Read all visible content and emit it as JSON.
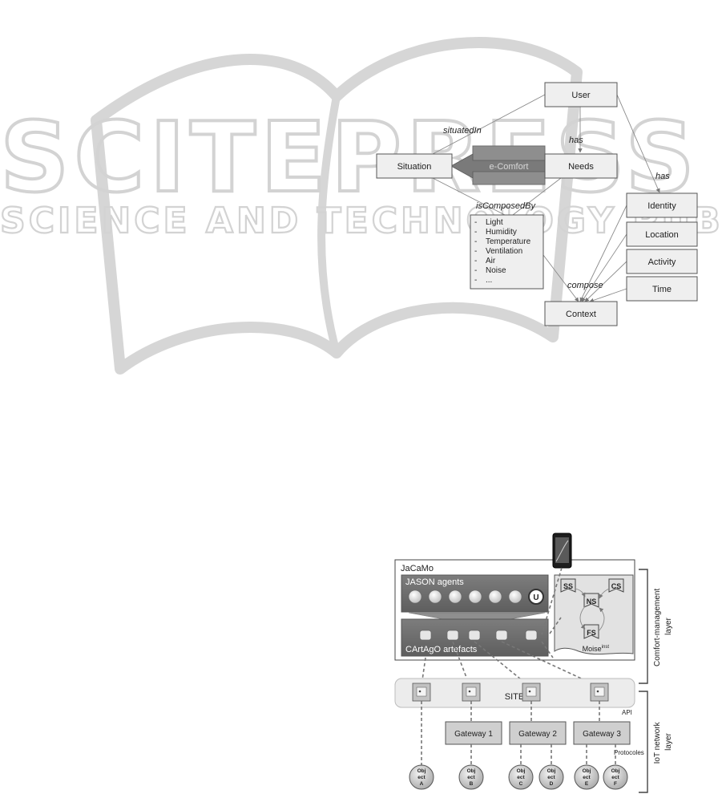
{
  "watermark": {
    "title": "SCITEPRESS",
    "subtitle": "SCIENCE AND TECHNOLOGY PUBLICATIONS"
  },
  "ontology": {
    "user": "User",
    "situation": "Situation",
    "ecomfort": "e-Comfort",
    "needs": "Needs",
    "identity": "Identity",
    "location": "Location",
    "activity": "Activity",
    "time": "Time",
    "context": "Context",
    "label_situated_in": "situatedIn",
    "label_has_needs": "has",
    "label_has_identity": "has",
    "label_is_composed_by": "isComposedBy",
    "label_compose": "compose",
    "factors": [
      "Light",
      "Humidity",
      "Temperature",
      "Ventilation",
      "Air",
      "Noise",
      "..."
    ]
  },
  "architecture": {
    "jacamo": "JaCaMo",
    "jason_agents": "JASON agents",
    "user_agent": "U",
    "cartago": "CArtAgO artefacts",
    "moise_main": "Moise",
    "moise_sup": "inst",
    "ss": "SS",
    "ns": "NS",
    "cs": "CS",
    "fs": "FS",
    "site": "SITE",
    "api": "API",
    "protocols": "Protocoles",
    "gateways": [
      "Gateway 1",
      "Gateway 2",
      "Gateway 3"
    ],
    "objects": [
      {
        "l1": "Obj",
        "l2": "ect",
        "l3": "A"
      },
      {
        "l1": "Obj",
        "l2": "ect",
        "l3": "B"
      },
      {
        "l1": "Obj",
        "l2": "ect",
        "l3": "C"
      },
      {
        "l1": "Obj",
        "l2": "ect",
        "l3": "D"
      },
      {
        "l1": "Obj",
        "l2": "ect",
        "l3": "E"
      },
      {
        "l1": "Obj",
        "l2": "ect",
        "l3": "F"
      }
    ],
    "layer_comfort_line1": "Comfort-management",
    "layer_comfort_line2": "layer",
    "layer_iot_line1": "IoT network",
    "layer_iot_line2": "layer"
  }
}
